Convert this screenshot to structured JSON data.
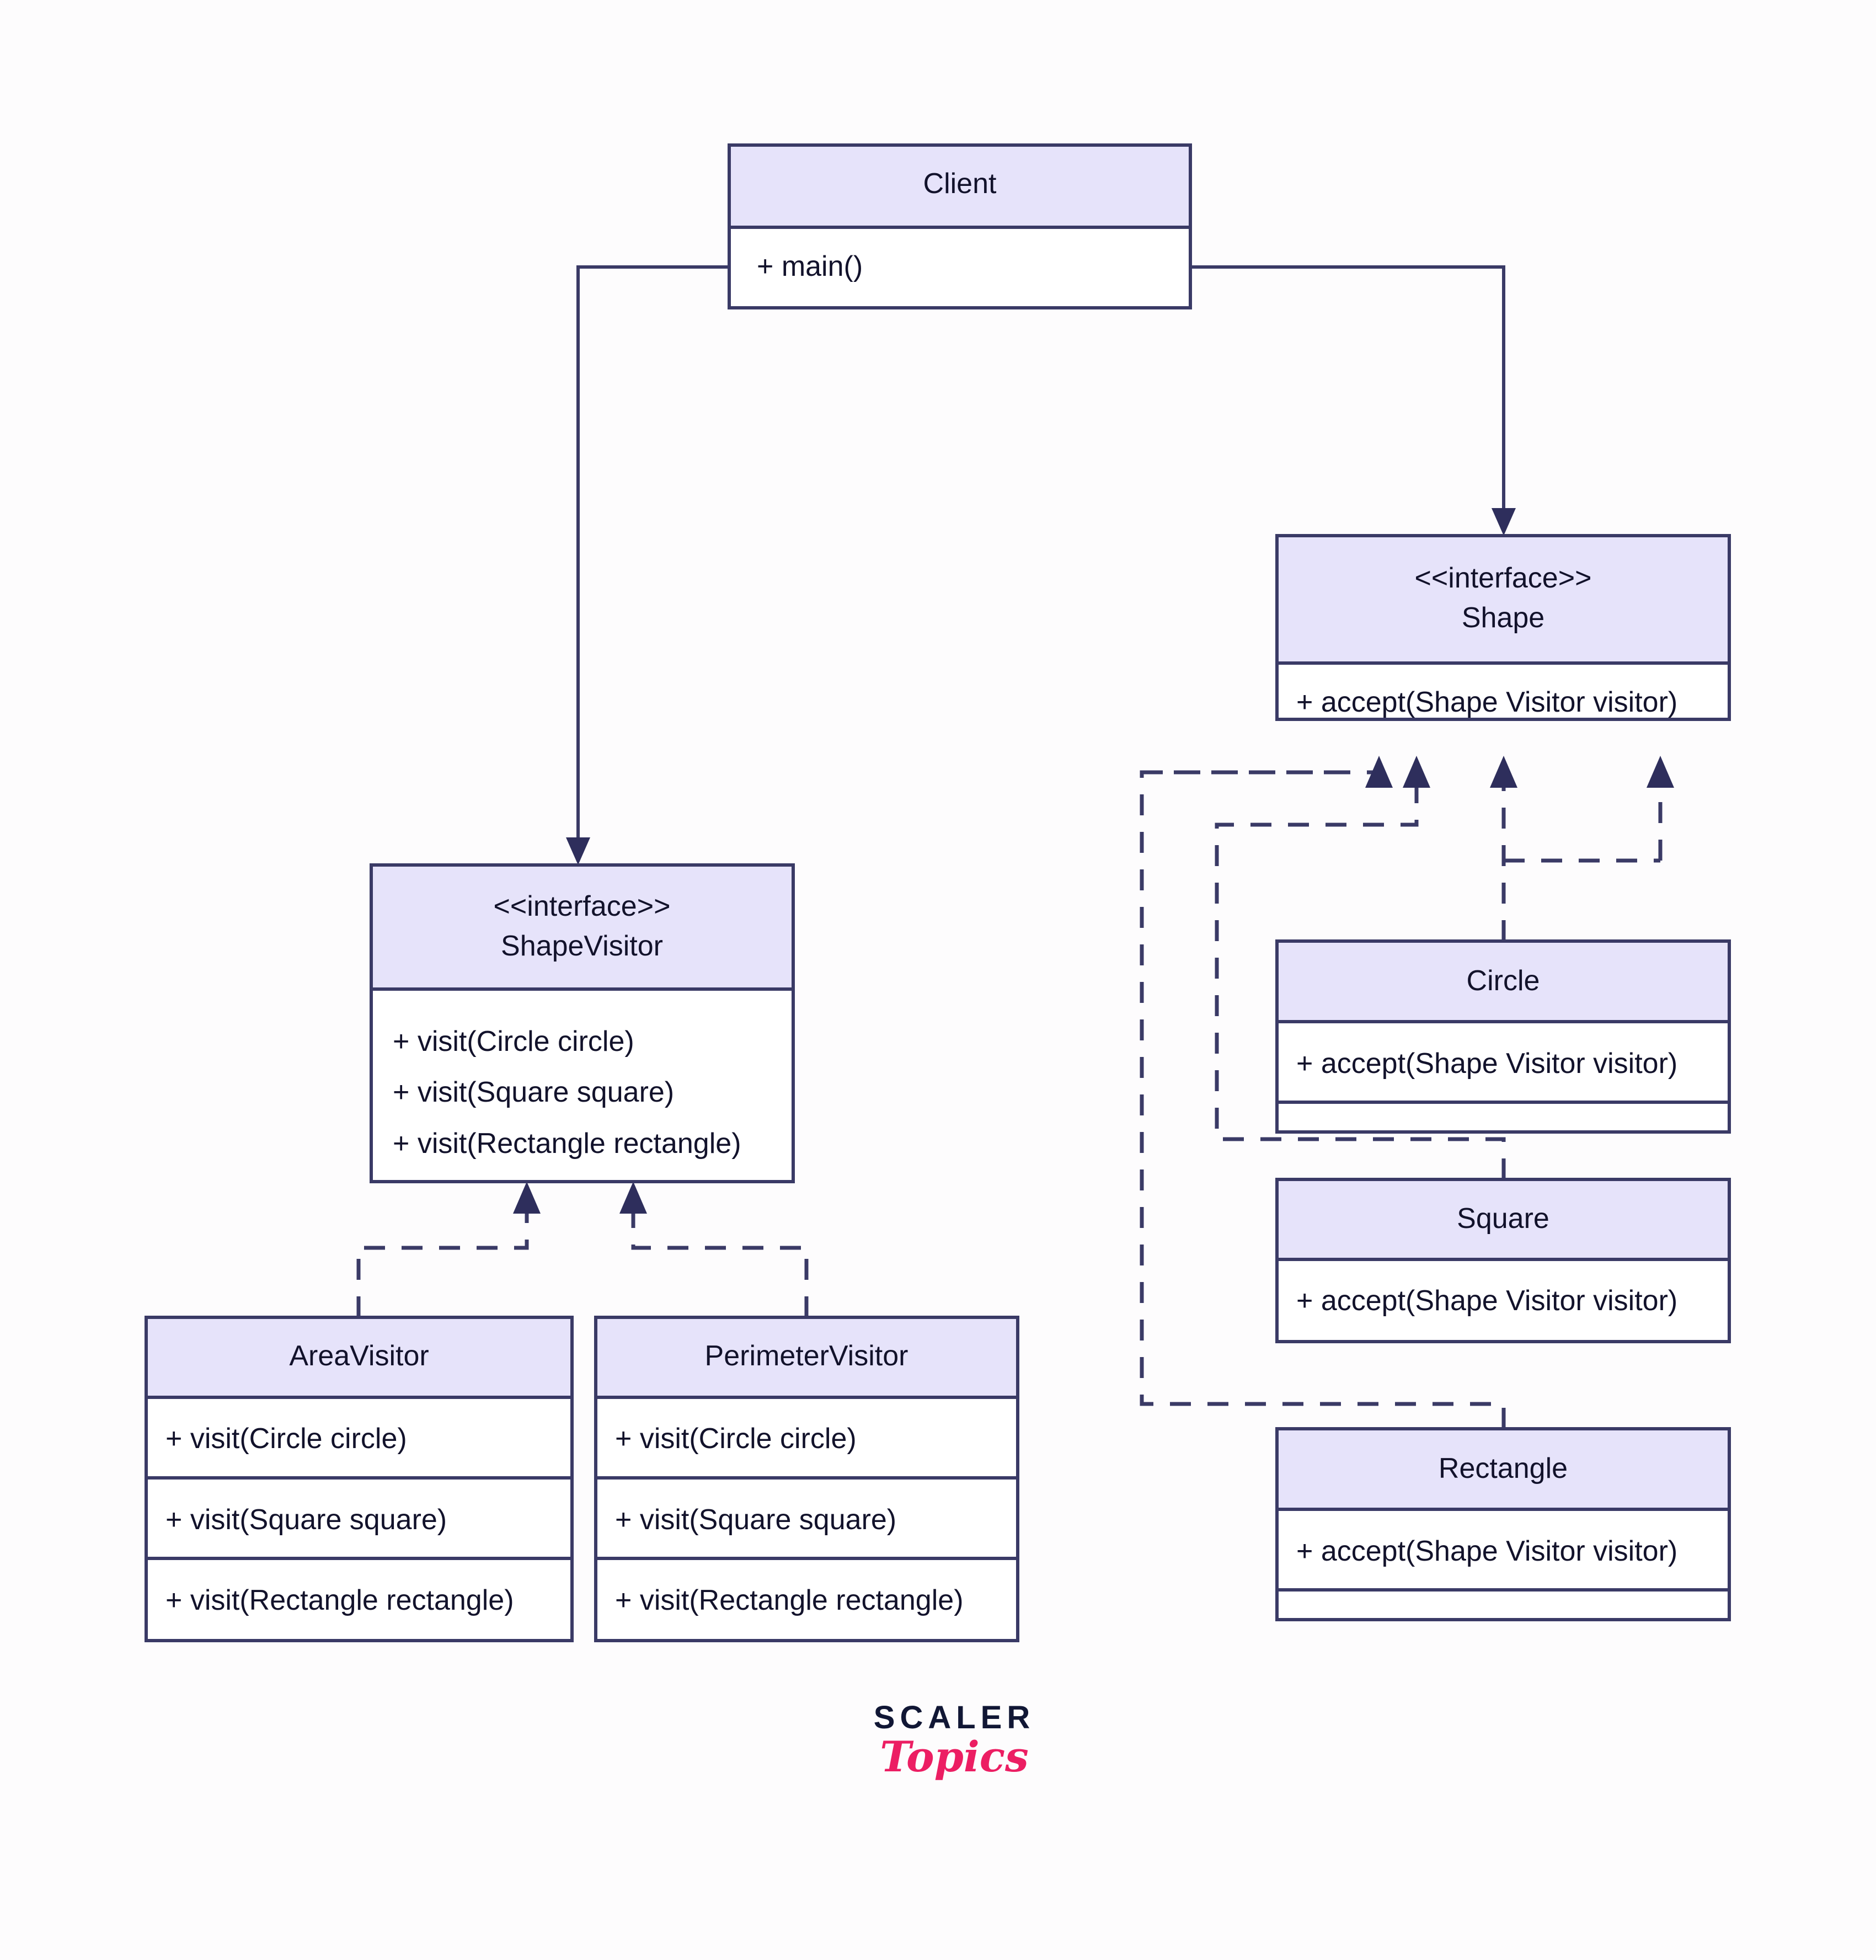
{
  "diagram": {
    "title": "Visitor Design Pattern UML Class Diagram",
    "accent_fill": "#e6e3fa",
    "stroke": "#3a3a66",
    "background": "#fdfcfd",
    "stereotype": "<<interface>>"
  },
  "classes": {
    "client": {
      "name": "Client",
      "methods": [
        "+ main()"
      ]
    },
    "shape": {
      "stereotype": "<<interface>>",
      "name": "Shape",
      "methods": [
        "+ accept(Shape Visitor visitor)"
      ]
    },
    "shape_visitor": {
      "stereotype": "<<interface>>",
      "name": "ShapeVisitor",
      "methods": [
        "+ visit(Circle circle)",
        "+ visit(Square square)",
        "+ visit(Rectangle rectangle)"
      ]
    },
    "area_visitor": {
      "name": "AreaVisitor",
      "methods": [
        "+ visit(Circle circle)",
        "+ visit(Square square)",
        "+ visit(Rectangle rectangle)"
      ]
    },
    "perimeter_visitor": {
      "name": "PerimeterVisitor",
      "methods": [
        "+ visit(Circle circle)",
        "+ visit(Square square)",
        "+ visit(Rectangle rectangle)"
      ]
    },
    "circle": {
      "name": "Circle",
      "methods": [
        "+ accept(Shape Visitor visitor)"
      ]
    },
    "square": {
      "name": "Square",
      "methods": [
        "+ accept(Shape Visitor visitor)"
      ]
    },
    "rectangle": {
      "name": "Rectangle",
      "methods": [
        "+ accept(Shape Visitor visitor)"
      ]
    }
  },
  "relations": [
    {
      "from": "client",
      "to": "shape_visitor",
      "type": "association"
    },
    {
      "from": "client",
      "to": "shape",
      "type": "association"
    },
    {
      "from": "area_visitor",
      "to": "shape_visitor",
      "type": "realization"
    },
    {
      "from": "perimeter_visitor",
      "to": "shape_visitor",
      "type": "realization"
    },
    {
      "from": "circle",
      "to": "shape",
      "type": "realization"
    },
    {
      "from": "square",
      "to": "shape",
      "type": "realization"
    },
    {
      "from": "rectangle",
      "to": "shape",
      "type": "realization"
    }
  ],
  "watermark": {
    "primary": "SCALER",
    "secondary": "Topics",
    "primary_color": "#111735",
    "secondary_color": "#ec1e63"
  }
}
